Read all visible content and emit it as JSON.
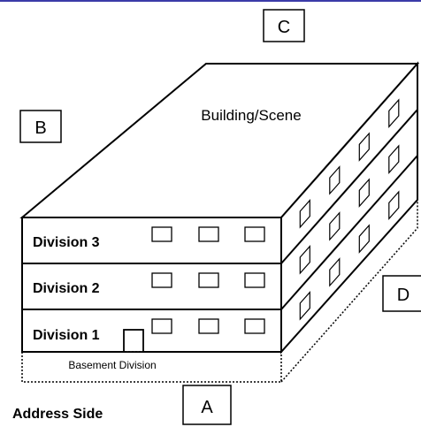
{
  "diagram": {
    "title": "Building/Scene",
    "sides": {
      "a": "A",
      "b": "B",
      "c": "C",
      "d": "D"
    },
    "divisions": [
      "Division 3",
      "Division 2",
      "Division 1"
    ],
    "basement": "Basement Division",
    "address_side": "Address Side"
  },
  "colors": {
    "line": "#000000",
    "background": "#ffffff",
    "top_border": "#3a3aa8"
  }
}
